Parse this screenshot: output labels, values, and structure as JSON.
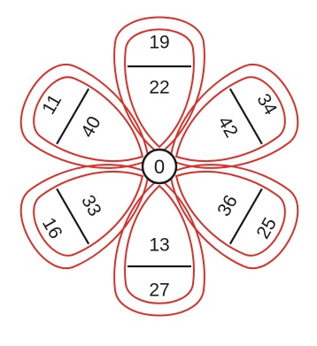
{
  "center": {
    "value": "0"
  },
  "petals": [
    {
      "outer": "19",
      "inner": "22"
    },
    {
      "outer": "34",
      "inner": "42"
    },
    {
      "outer": "25",
      "inner": "36"
    },
    {
      "outer": "27",
      "inner": "13"
    },
    {
      "outer": "16",
      "inner": "33"
    },
    {
      "outer": "11",
      "inner": "40"
    }
  ],
  "colors": {
    "petal_outline": "#d9302a",
    "divider": "#1a1a1a",
    "text": "#1a1a1a"
  }
}
